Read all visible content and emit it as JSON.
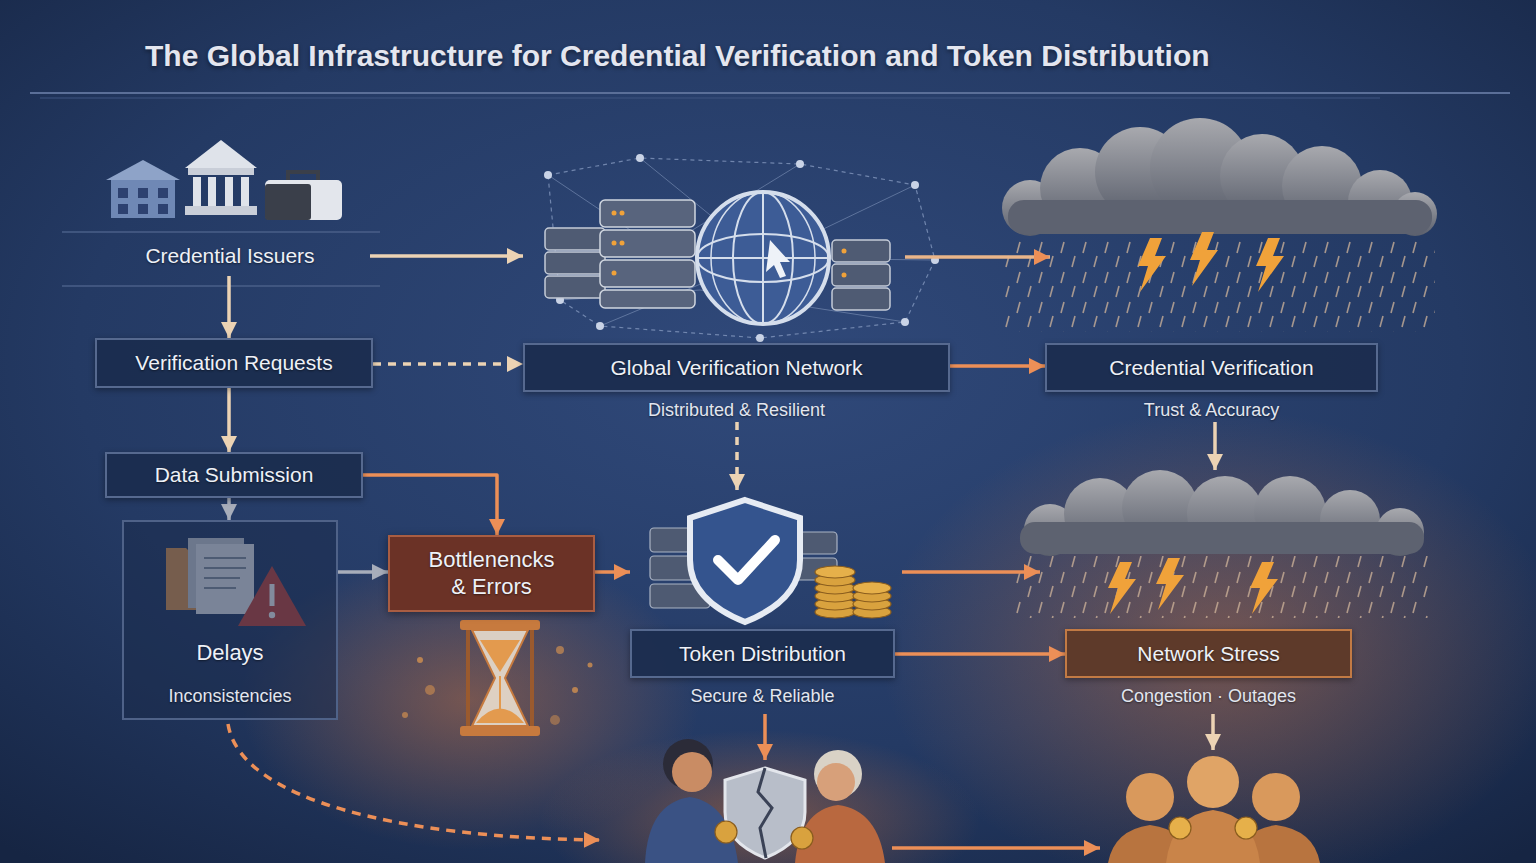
{
  "diagram": {
    "title": "The Global Infrastructure for Credential Verification and Token Distribution",
    "nodes": [
      {
        "text": [
          "Credential Issuers"
        ]
      },
      {
        "text": [
          "Verification Requests"
        ]
      },
      {
        "text": [
          "Data Submission"
        ]
      },
      {
        "text": [
          "Delays",
          "Inconsistencies"
        ]
      },
      {
        "text": [
          "Bottlenencks & Errors"
        ]
      },
      {
        "text": [
          "Global Verification Network",
          "Distributed & Resilient"
        ]
      },
      {
        "text": [
          "Credential Verification",
          "Trust & Accuracy"
        ]
      },
      {
        "text": [
          "Token Distribution",
          "Secure & Reliable"
        ]
      },
      {
        "text": [
          "Network Stress",
          "Congestion · Outages"
        ]
      }
    ],
    "edges": [
      {
        "from": 0,
        "to": 5,
        "arrow": "to"
      },
      {
        "from": 0,
        "to": 1,
        "arrow": "to"
      },
      {
        "from": 1,
        "to": 5,
        "arrow": "to"
      },
      {
        "from": 1,
        "to": 2,
        "arrow": "to"
      },
      {
        "from": 2,
        "to": 3,
        "arrow": "to"
      },
      {
        "from": 2,
        "to": 4,
        "arrow": "to"
      },
      {
        "from": 3,
        "to": 4,
        "arrow": "to"
      },
      {
        "from": 4,
        "to": 7,
        "arrow": "to"
      },
      {
        "from": 5,
        "to": 6,
        "arrow": "to"
      },
      {
        "from": 5,
        "to": 7,
        "arrow": "to"
      },
      {
        "from": 6,
        "to": 8,
        "arrow": "to"
      },
      {
        "from": 7,
        "to": 8,
        "arrow": "to"
      }
    ]
  }
}
